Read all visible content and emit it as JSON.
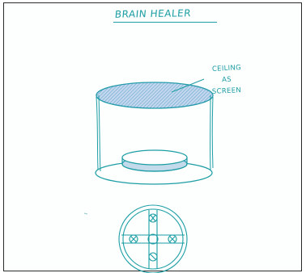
{
  "title": "BRAIN HEALER",
  "annotation": {
    "lines": [
      "CEILING",
      "AS",
      "SCREEN"
    ]
  },
  "colors": {
    "ink": "#1c9ea4",
    "frame": "#2a2a2a"
  }
}
